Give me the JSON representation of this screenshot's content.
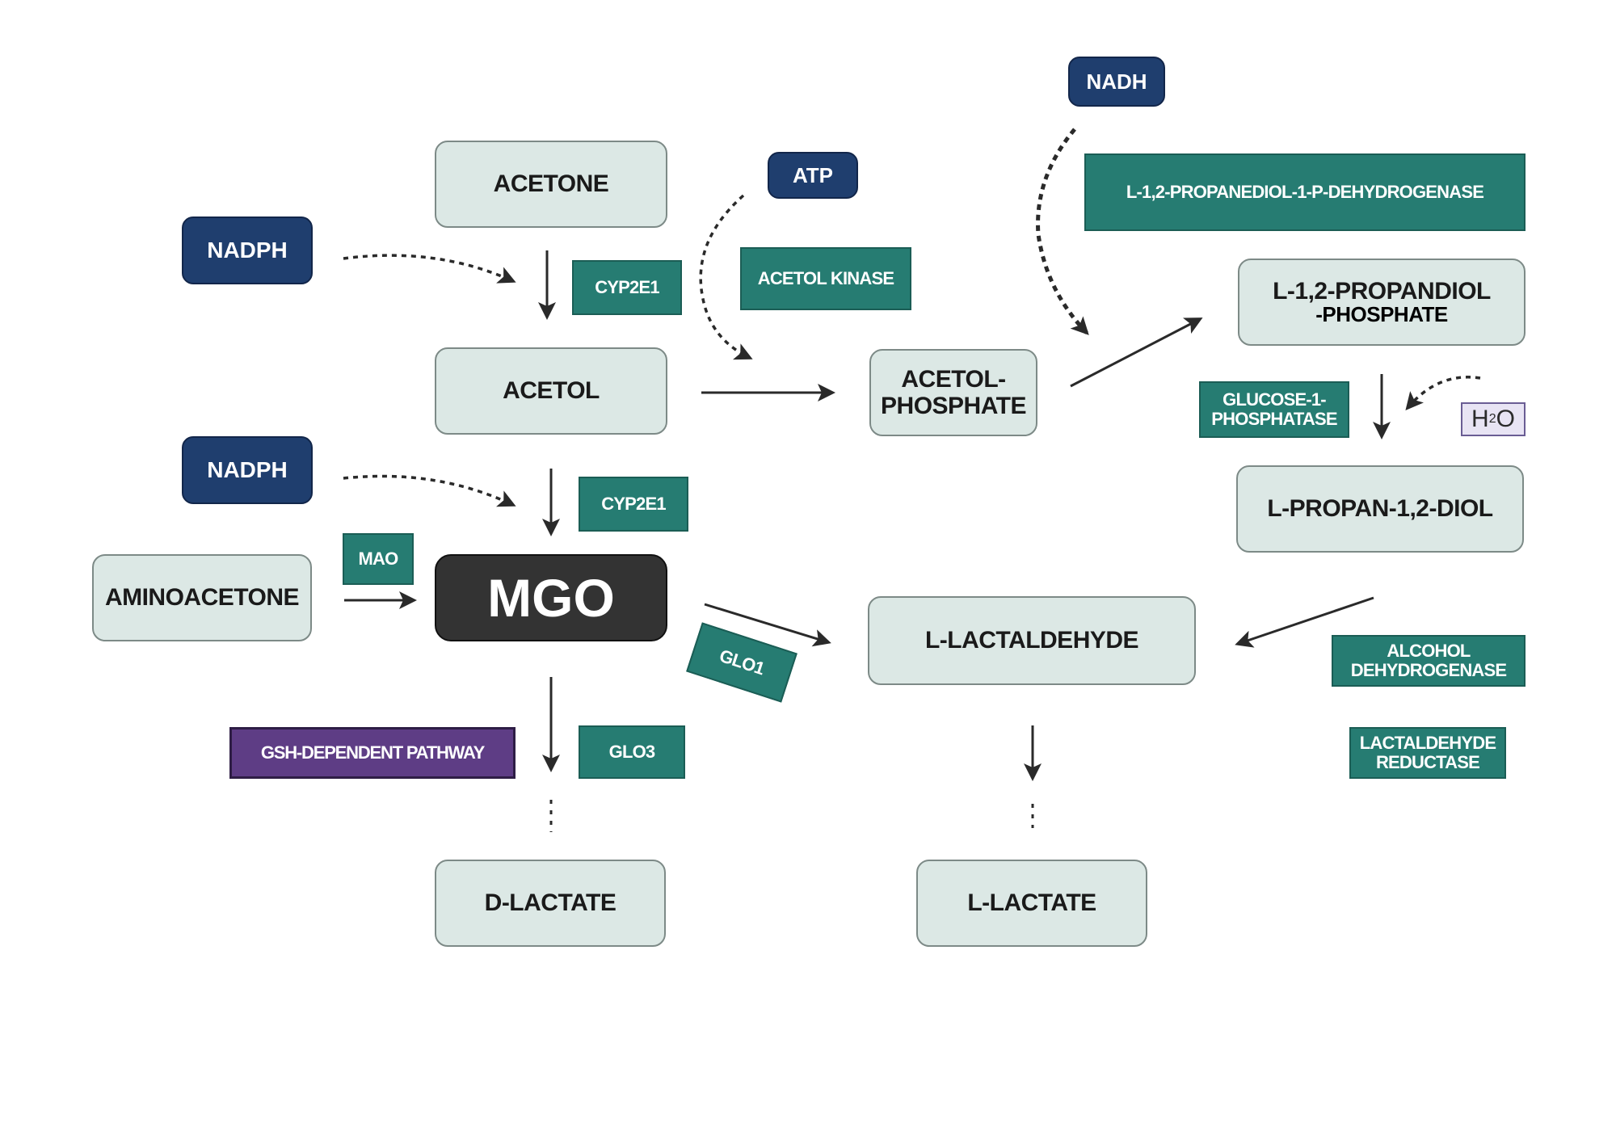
{
  "metabolites": {
    "acetone": "ACETONE",
    "acetol": "ACETOL",
    "acetol_phosphate_1": "ACETOL-",
    "acetol_phosphate_2": "PHOSPHATE",
    "propandiol_phosphate_1": "L-1,2-PROPANDIOL",
    "propandiol_phosphate_2": "-PHOSPHATE",
    "propan_diol": "L-PROPAN-1,2-DIOL",
    "aminoacetone": "AMINOACETONE",
    "mgo": "MGO",
    "lactaldehyde": "L-LACTALDEHYDE",
    "d_lactate": "D-LACTATE",
    "l_lactate": "L-LACTATE"
  },
  "cofactors": {
    "nadph_top": "NADPH",
    "nadph_bottom": "NADPH",
    "atp": "ATP",
    "nadh": "NADH",
    "water_main": "H",
    "water_sub": "2",
    "water_end": "O"
  },
  "enzymes": {
    "cyp2e1_top": "CYP2E1",
    "cyp2e1_bottom": "CYP2E1",
    "acetol_kinase": "ACETOL KINASE",
    "propanediol_dehydrogenase": "L-1,2-PROPANEDIOL-1-P-DEHYDROGENASE",
    "glucose_phosphatase_1": "GLUCOSE-1-",
    "glucose_phosphatase_2": "PHOSPHATASE",
    "mao": "MAO",
    "glo1": "GLO1",
    "glo3": "GLO3",
    "alcohol_dh_1": "ALCOHOL",
    "alcohol_dh_2": "DEHYDROGENASE",
    "lactaldehyde_reductase_1": "LACTALDEHYDE",
    "lactaldehyde_reductase_2": "REDUCTASE"
  },
  "pathways": {
    "gsh": "GSH-DEPENDENT PATHWAY"
  },
  "colors": {
    "metabolite_fill": "#dce8e5",
    "cofactor_fill": "#1f3e6e",
    "enzyme_fill": "#267c72",
    "mgo_fill": "#333333",
    "gsh_fill": "#5e3d85",
    "water_fill": "#e8e4f4"
  }
}
